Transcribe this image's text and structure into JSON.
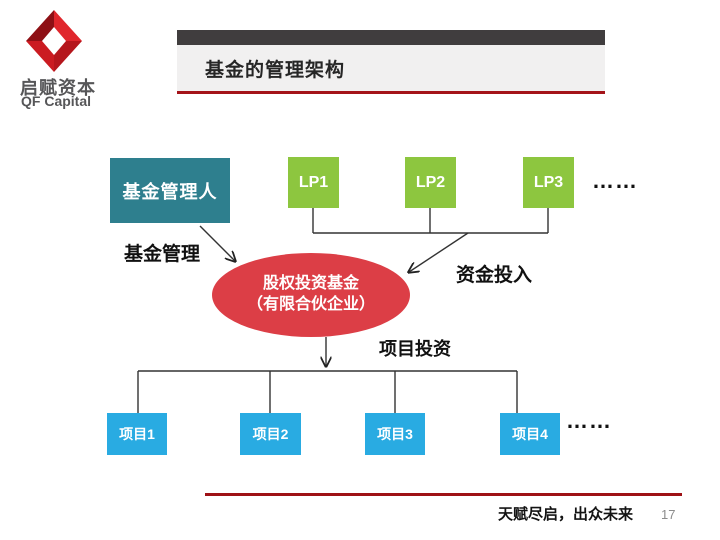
{
  "logo": {
    "company_cn": "启赋资本",
    "company_en": "QF Capital"
  },
  "header": {
    "title": "基金的管理架构"
  },
  "diagram": {
    "manager_node": "基金管理人",
    "manager_edge_label": "基金管理",
    "lp_nodes": [
      "LP1",
      "LP2",
      "LP3"
    ],
    "lp_ellipsis": "……",
    "fund_node_line1": "股权投资基金",
    "fund_node_line2": "（有限合伙企业）",
    "lp_edge_label": "资金投入",
    "project_edge_label": "项目投资",
    "project_nodes": [
      "项目1",
      "项目2",
      "项目3",
      "项目4"
    ],
    "project_ellipsis": "……"
  },
  "footer": {
    "slogan": "天赋尽启，出众未来",
    "page_number": "17"
  },
  "colors": {
    "manager_node": "#2e7f8e",
    "lp_node": "#8dc63f",
    "fund_node": "#dc3e46",
    "project_node": "#29abe2",
    "header_bar": "#403d3e",
    "header_panel": "#f1f0f0",
    "accent_red": "#a41319",
    "logo_red": "#c4161c",
    "connector": "#333333"
  }
}
